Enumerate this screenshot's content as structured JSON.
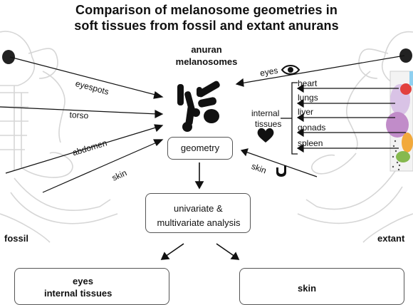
{
  "title": {
    "line1": "Comparison of melanosome geometries in",
    "line2": "soft tissues from fossil and extant anurans"
  },
  "center": {
    "melanosomes_line1": "anuran",
    "melanosomes_line2": "melanosomes",
    "geometry": "geometry",
    "analysis_line1": "univariate &",
    "analysis_line2": "multivariate analysis"
  },
  "fossil": {
    "label": "fossil",
    "tissues": [
      "eyespots",
      "torso",
      "abdomen",
      "skin"
    ]
  },
  "extant": {
    "label": "extant",
    "eyes": "eyes",
    "internal_label_line1": "internal",
    "internal_label_line2": "tissues",
    "internal_tissues": [
      "heart",
      "lungs",
      "liver",
      "gonads",
      "spleen"
    ],
    "skin": "skin"
  },
  "results": {
    "left_line1": "eyes",
    "left_line2": "internal tissues",
    "right_line1": "skin"
  },
  "icons": [
    "eye-icon",
    "heart-icon",
    "skin-icon",
    "computer-icon"
  ],
  "colors": {
    "ink": "#111111",
    "frog_outline": "#d0d0d0",
    "eye": "#222222"
  }
}
